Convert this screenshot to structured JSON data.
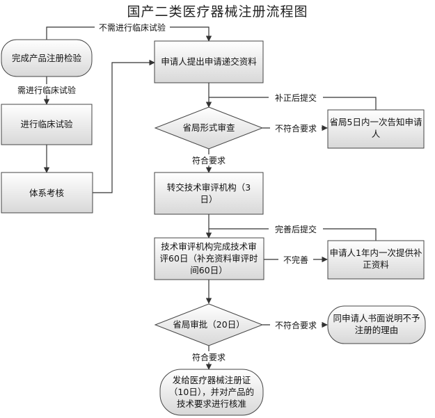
{
  "title": "国产二类医疗器械注册流程图",
  "nodes": {
    "complete_test": "完成产品注册检验",
    "clinical": "进行临床试验",
    "system_eval": "体系考核",
    "submit": "申请人提出申请递交资料",
    "formal_review": "省局形式审查",
    "notify": [
      "省局5日内一次告知申请",
      "人"
    ],
    "transfer": [
      "转交技术审评机构（3",
      "日）"
    ],
    "tech_review": [
      "技术审评机构完成技术审",
      "评60日（补充资料审评时",
      "间60日）"
    ],
    "supplement": [
      "申请人1年内一次提供补",
      "正资料"
    ],
    "approval": "省局审批（20日）",
    "reject": [
      "同申请人书面说明不予",
      "注册的理由"
    ],
    "issue": [
      "发给医疗器械注册证",
      "（10日），并对产品的",
      "技术要求进行核准"
    ]
  },
  "labels": {
    "no_clinical": "不需进行临床试验",
    "need_clinical": "需进行临床试验",
    "after_correct": "补正后提交",
    "not_meet_1": "不符合要求",
    "meet_1": "符合要求",
    "after_complete": "完善后提交",
    "incomplete": "不完善",
    "not_meet_2": "不符合要求",
    "meet_2": "符合要求"
  }
}
